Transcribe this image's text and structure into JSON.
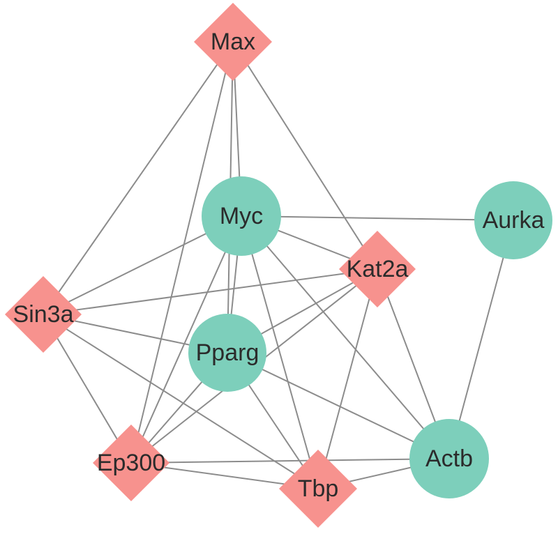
{
  "network": {
    "colors": {
      "diamond": "#f7928e",
      "circle": "#7dcfbb",
      "edge": "#8c8c8c",
      "label": "#2b2b2b"
    },
    "nodes": [
      {
        "id": "max",
        "label": "Max",
        "shape": "diamond"
      },
      {
        "id": "myc",
        "label": "Myc",
        "shape": "circle"
      },
      {
        "id": "aurka",
        "label": "Aurka",
        "shape": "circle"
      },
      {
        "id": "kat2a",
        "label": "Kat2a",
        "shape": "diamond"
      },
      {
        "id": "sin3a",
        "label": "Sin3a",
        "shape": "diamond"
      },
      {
        "id": "pparg",
        "label": "Pparg",
        "shape": "circle"
      },
      {
        "id": "ep300",
        "label": "Ep300",
        "shape": "diamond"
      },
      {
        "id": "tbp",
        "label": "Tbp",
        "shape": "diamond"
      },
      {
        "id": "actb",
        "label": "Actb",
        "shape": "circle"
      }
    ],
    "edges": [
      [
        "max",
        "myc"
      ],
      [
        "max",
        "kat2a"
      ],
      [
        "max",
        "sin3a"
      ],
      [
        "max",
        "ep300"
      ],
      [
        "max",
        "pparg"
      ],
      [
        "myc",
        "aurka"
      ],
      [
        "myc",
        "kat2a"
      ],
      [
        "myc",
        "sin3a"
      ],
      [
        "myc",
        "pparg"
      ],
      [
        "myc",
        "ep300"
      ],
      [
        "myc",
        "tbp"
      ],
      [
        "myc",
        "actb"
      ],
      [
        "aurka",
        "actb"
      ],
      [
        "kat2a",
        "sin3a"
      ],
      [
        "kat2a",
        "pparg"
      ],
      [
        "kat2a",
        "ep300"
      ],
      [
        "kat2a",
        "tbp"
      ],
      [
        "kat2a",
        "actb"
      ],
      [
        "sin3a",
        "pparg"
      ],
      [
        "sin3a",
        "ep300"
      ],
      [
        "sin3a",
        "tbp"
      ],
      [
        "pparg",
        "ep300"
      ],
      [
        "pparg",
        "tbp"
      ],
      [
        "pparg",
        "actb"
      ],
      [
        "ep300",
        "tbp"
      ],
      [
        "ep300",
        "actb"
      ],
      [
        "tbp",
        "actb"
      ]
    ]
  }
}
